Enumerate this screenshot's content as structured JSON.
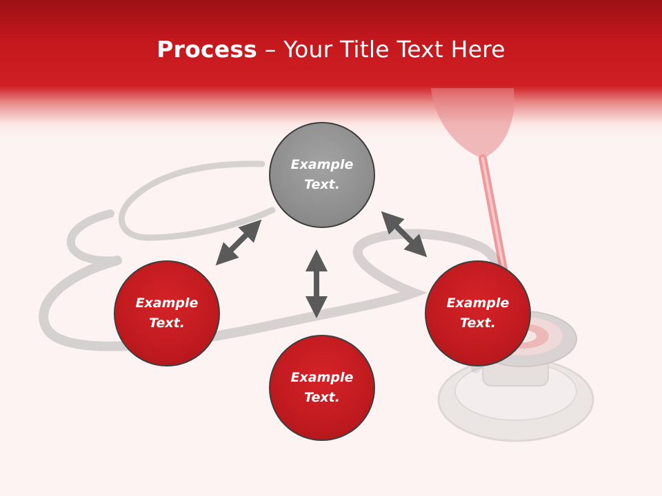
{
  "slide": {
    "title_bold": "Process",
    "title_rest": " – Your Title Text Here"
  },
  "nodes": {
    "top": "Example\nText.",
    "left": "Example\nText.",
    "bottom": "Example\nText.",
    "right": "Example\nText."
  },
  "colors": {
    "header_red": "#c4181d",
    "node_red": "#c01a1f",
    "node_gray": "#8f8f8f",
    "arrow_gray": "#5a5a5a",
    "background": "#fdf3f2"
  }
}
